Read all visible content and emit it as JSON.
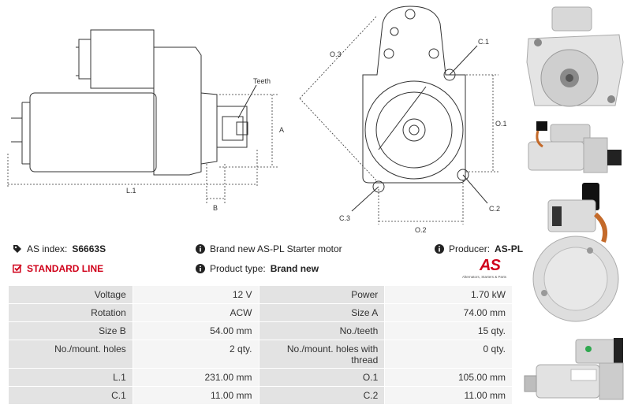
{
  "drawing_labels": {
    "teeth": "Teeth",
    "a": "A",
    "b": "B",
    "l1": "L.1",
    "o3": "O.3",
    "o1": "O.1",
    "o2": "O.2",
    "c1": "C.1",
    "c2": "C.2",
    "c3": "C.3"
  },
  "info": {
    "as_index_label": "AS index:",
    "as_index_value": "S6663S",
    "description": "Brand new AS-PL Starter motor",
    "producer_label": "Producer:",
    "producer_value": "AS-PL",
    "standard_line": "STANDARD LINE",
    "product_type_label": "Product type:",
    "product_type_value": "Brand new"
  },
  "logo": {
    "mark": "AS",
    "tagline": "Alternators, Starters & Parts"
  },
  "specs": [
    {
      "l1": "Voltage",
      "v1": "12 V",
      "l2": "Power",
      "v2": "1.70 kW"
    },
    {
      "l1": "Rotation",
      "v1": "ACW",
      "l2": "Size A",
      "v2": "74.00 mm"
    },
    {
      "l1": "Size B",
      "v1": "54.00 mm",
      "l2": "No./teeth",
      "v2": "15 qty."
    },
    {
      "l1": "No./mount. holes",
      "v1": "2 qty.",
      "l2": "No./mount. holes with thread",
      "v2": "0 qty."
    },
    {
      "l1": "L.1",
      "v1": "231.00 mm",
      "l2": "O.1",
      "v2": "105.00 mm"
    },
    {
      "l1": "C.1",
      "v1": "11.00 mm",
      "l2": "C.2",
      "v2": "11.00 mm"
    }
  ],
  "colors": {
    "accent": "#d0021b",
    "label_cell": "#e3e3e3",
    "value_cell": "#f5f5f5"
  }
}
